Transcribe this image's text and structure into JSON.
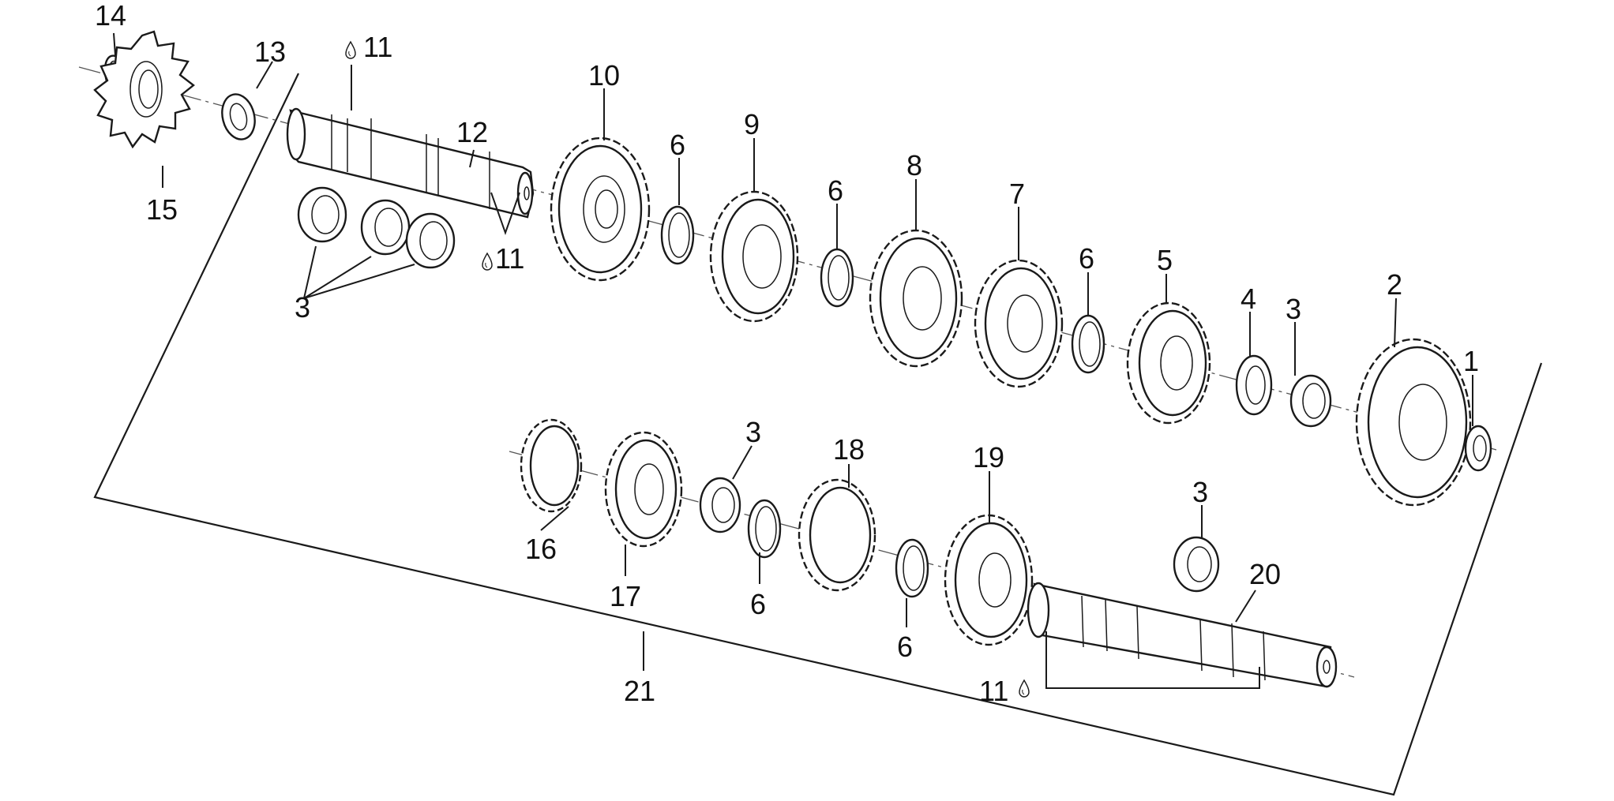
{
  "labels": {
    "l1": "1",
    "l2": "2",
    "l3a": "3",
    "l3b": "3",
    "l3c": "3",
    "l3d": "3",
    "l4": "4",
    "l5": "5",
    "l6a": "6",
    "l6b": "6",
    "l6c": "6",
    "l6d": "6",
    "l6e": "6",
    "l7": "7",
    "l8": "8",
    "l9": "9",
    "l10": "10",
    "l11a": "11",
    "l11b": "11",
    "l11c": "11",
    "l12": "12",
    "l13": "13",
    "l14": "14",
    "l15": "15",
    "l16": "16",
    "l17": "17",
    "l18": "18",
    "l19": "19",
    "l20": "20",
    "l21": "21"
  },
  "icons": {
    "lubricant": "oil-drop-icon"
  }
}
